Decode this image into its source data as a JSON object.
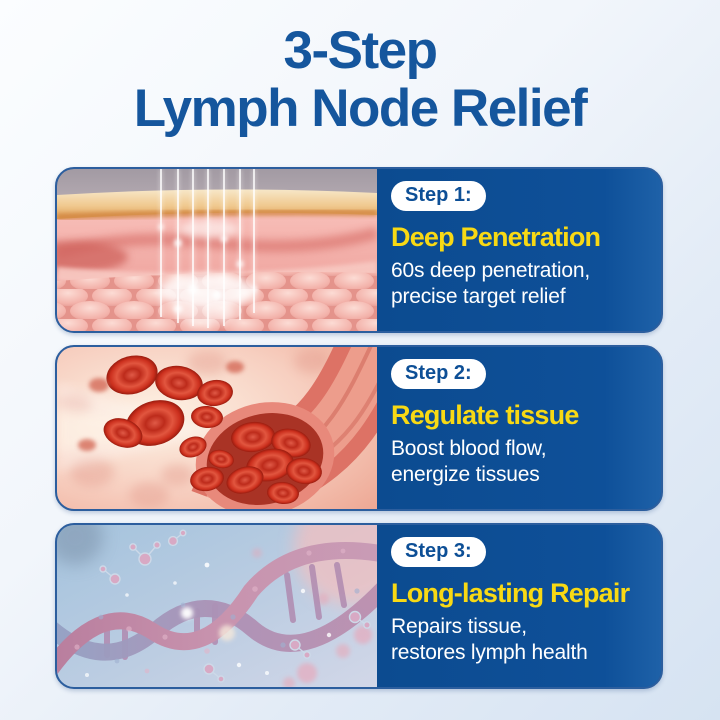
{
  "title": {
    "line1": "3-Step",
    "line2": "Lymph Node Relief"
  },
  "steps": [
    {
      "badge": "Step 1:",
      "heading": "Deep Penetration",
      "line1": "60s deep penetration,",
      "line2": "precise target relief",
      "image_alt": "skin-layers-with-light-rays"
    },
    {
      "badge": "Step 2:",
      "heading": "Regulate tissue",
      "line1": "Boost blood flow,",
      "line2": "energize tissues",
      "image_alt": "red-blood-cells-and-vessel"
    },
    {
      "badge": "Step 3:",
      "heading": "Long-lasting Repair",
      "line1": "Repairs tissue,",
      "line2": "restores lymph health",
      "image_alt": "dna-double-helix"
    }
  ],
  "colors": {
    "title_blue": "#15569D",
    "panel_blue": "#0D4F96",
    "accent_yellow": "#F8D914",
    "badge_bg": "#FFFFFF",
    "body_text": "#FFFFFF",
    "card_border": "#2C5E9E",
    "background_top": "#FBFDFF",
    "background_bottom": "#D6E3F2"
  }
}
